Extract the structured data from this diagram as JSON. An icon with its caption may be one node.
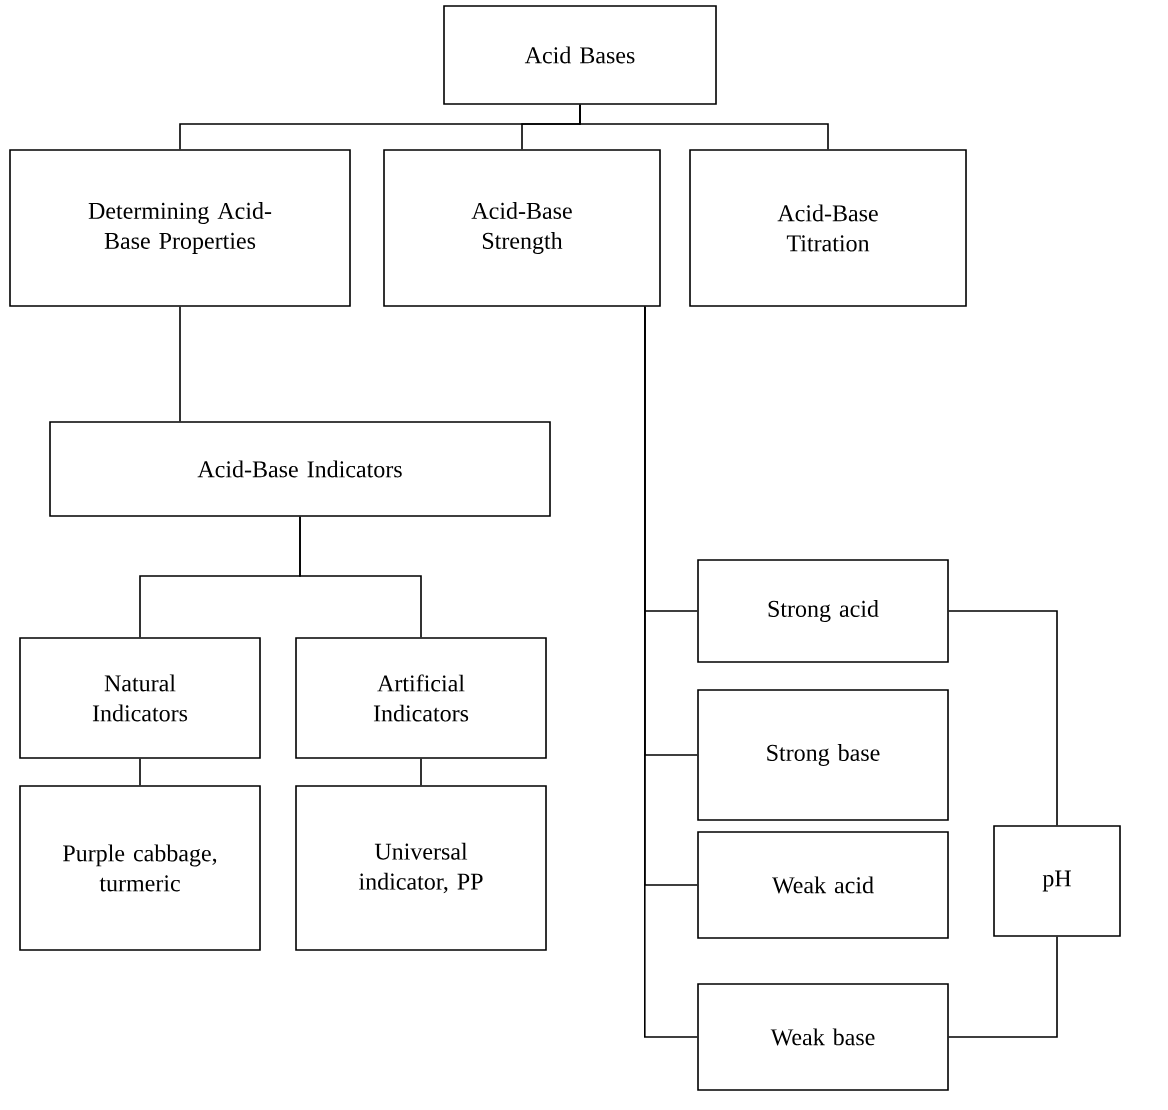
{
  "diagram": {
    "nodes": [
      {
        "text": [
          "Acid Bases"
        ]
      },
      {
        "text": [
          "Determining Acid-Base Properties"
        ]
      },
      {
        "text": [
          "Acid-Base Strength"
        ]
      },
      {
        "text": [
          "Acid-Base Titration"
        ]
      },
      {
        "text": [
          "Acid-Base Indicators"
        ]
      },
      {
        "text": [
          "Natural Indicators"
        ]
      },
      {
        "text": [
          "Artificial Indicators"
        ]
      },
      {
        "text": [
          "Purple cabbage, turmeric"
        ]
      },
      {
        "text": [
          "Universal indicator, PP"
        ]
      },
      {
        "text": [
          "Strong acid"
        ]
      },
      {
        "text": [
          "Strong base"
        ]
      },
      {
        "text": [
          "Weak acid"
        ]
      },
      {
        "text": [
          "Weak base"
        ]
      },
      {
        "text": [
          "pH"
        ]
      }
    ],
    "edges": [
      {
        "from": 0,
        "to": 1,
        "arrow": "none"
      },
      {
        "from": 0,
        "to": 2,
        "arrow": "none"
      },
      {
        "from": 0,
        "to": 3,
        "arrow": "none"
      },
      {
        "from": 1,
        "to": 4,
        "arrow": "none"
      },
      {
        "from": 4,
        "to": 5,
        "arrow": "none"
      },
      {
        "from": 4,
        "to": 6,
        "arrow": "none"
      },
      {
        "from": 5,
        "to": 7,
        "arrow": "none"
      },
      {
        "from": 6,
        "to": 8,
        "arrow": "none"
      },
      {
        "from": 2,
        "to": 9,
        "arrow": "none"
      },
      {
        "from": 2,
        "to": 10,
        "arrow": "none"
      },
      {
        "from": 2,
        "to": 11,
        "arrow": "none"
      },
      {
        "from": 2,
        "to": 12,
        "arrow": "none"
      },
      {
        "from": 9,
        "to": 13,
        "arrow": "none"
      },
      {
        "from": 12,
        "to": 13,
        "arrow": "none"
      }
    ]
  }
}
